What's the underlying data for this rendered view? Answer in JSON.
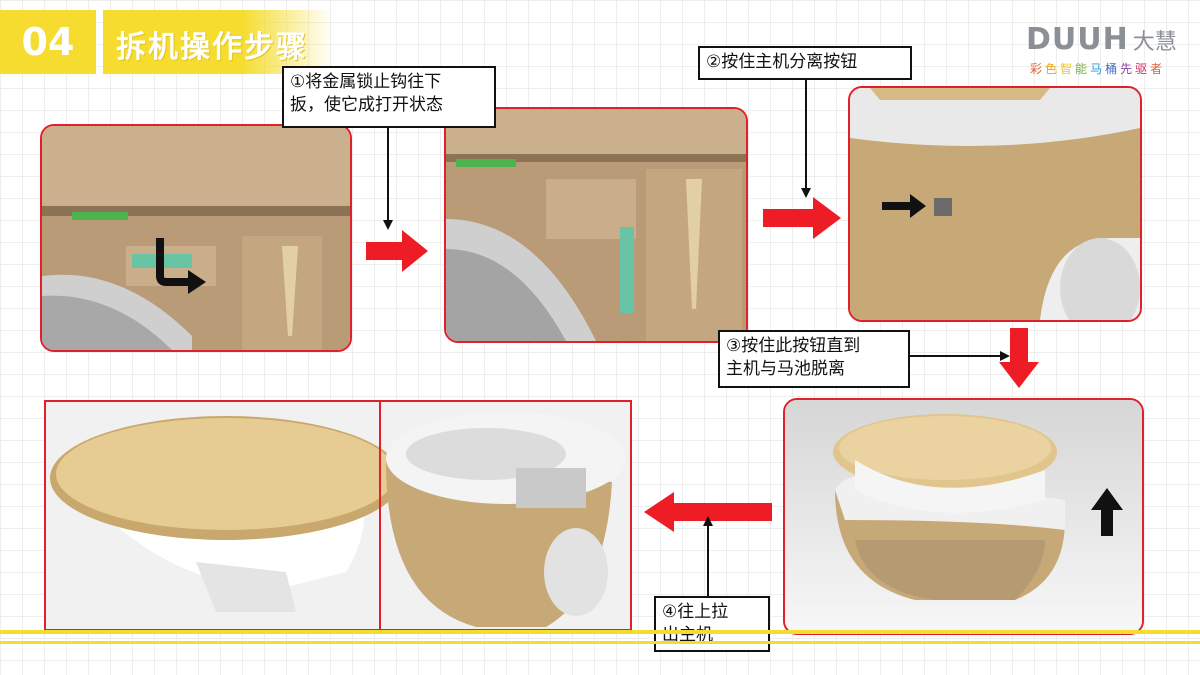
{
  "header": {
    "section_number": "04",
    "title": "拆机操作步骤"
  },
  "logo": {
    "brand_latin": "DUUH",
    "brand_cn": "大慧",
    "slogan_chars": [
      "彩",
      "色",
      "智",
      "能",
      "马",
      "桶",
      "先",
      "驱",
      "者"
    ],
    "slogan_colors": [
      "#e8612c",
      "#f0a21a",
      "#f5c518",
      "#7cb342",
      "#2e9bd6",
      "#3f6fc4",
      "#8e44ad",
      "#d6336c",
      "#e8612c"
    ]
  },
  "steps": [
    {
      "number": "①",
      "text": "将金属锁止钩往下扳，使它成打开状态"
    },
    {
      "number": "②",
      "text": "按住主机分离按钮"
    },
    {
      "number": "③",
      "text": "按住此按钮直到主机与马池脱离"
    },
    {
      "number": "④",
      "text": "往上拉出主机"
    }
  ],
  "step_lines": {
    "step1": [
      "①将金属锁止钩往下",
      "扳，使它成打开状态"
    ],
    "step2": [
      "②按住主机分离按钮"
    ],
    "step3": [
      "③按住此按钮直到",
      "主机与马池脱离"
    ],
    "step4": [
      "④往上拉",
      "出主机"
    ]
  },
  "colors": {
    "accent_yellow": "#f5dc2e",
    "frame_red": "#e0202a",
    "arrow_red": "#ee1c24",
    "gold": "#c8a46a"
  }
}
